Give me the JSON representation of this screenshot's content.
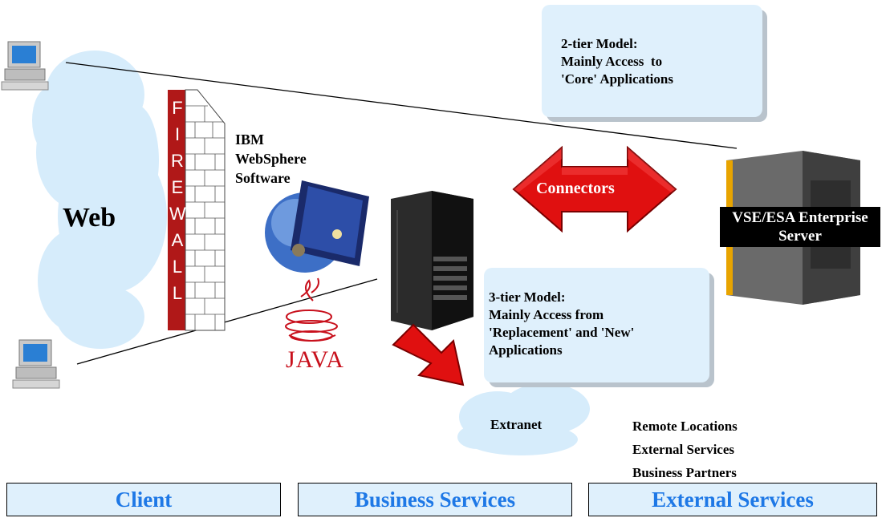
{
  "callouts": {
    "two_tier": "2-tier Model:\nMainly Access  to\n'Core' Applications",
    "three_tier": "3-tier Model:\nMainly Access from\n'Replacement' and 'New'\nApplications"
  },
  "web_label": "Web",
  "firewall_letters": [
    "F",
    "I",
    "R",
    "E",
    "W",
    "A",
    "L",
    "L"
  ],
  "websphere_label": "IBM\nWebSphere\nSoftware",
  "connectors_label": "Connectors",
  "server_label": "VSE/ESA Enterprise\nServer",
  "extranet_label": "Extranet",
  "java_label": "JAVA",
  "external_list": [
    "Remote Locations",
    "External Services",
    "Business Partners"
  ],
  "tiers": [
    "Client",
    "Business Services",
    "External Services"
  ],
  "colors": {
    "callout_bg": "#dff0fc",
    "cloud": "#d6ecfb",
    "firewall_red": "#b01818",
    "arrow_red": "#e01010",
    "tier_text": "#1e78e6"
  }
}
